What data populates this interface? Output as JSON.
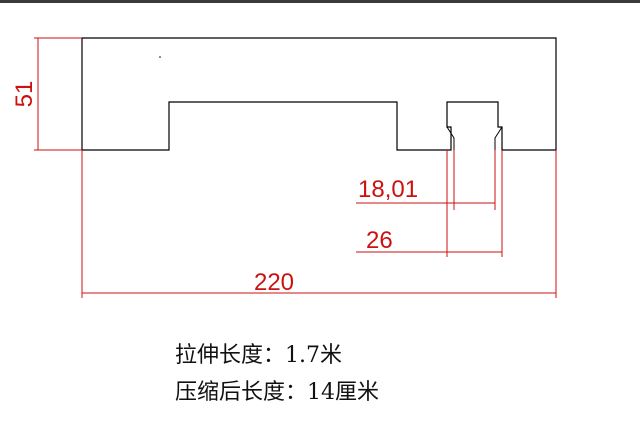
{
  "colors": {
    "outline": "#000000",
    "dimension": "#cc1111",
    "text": "#111111"
  },
  "dimensions": {
    "height": "51",
    "inner_slot": "18,01",
    "outer_slot": "26",
    "total_width": "220"
  },
  "notes": [
    "拉伸长度：1.7米",
    "压缩后长度：14厘米"
  ]
}
